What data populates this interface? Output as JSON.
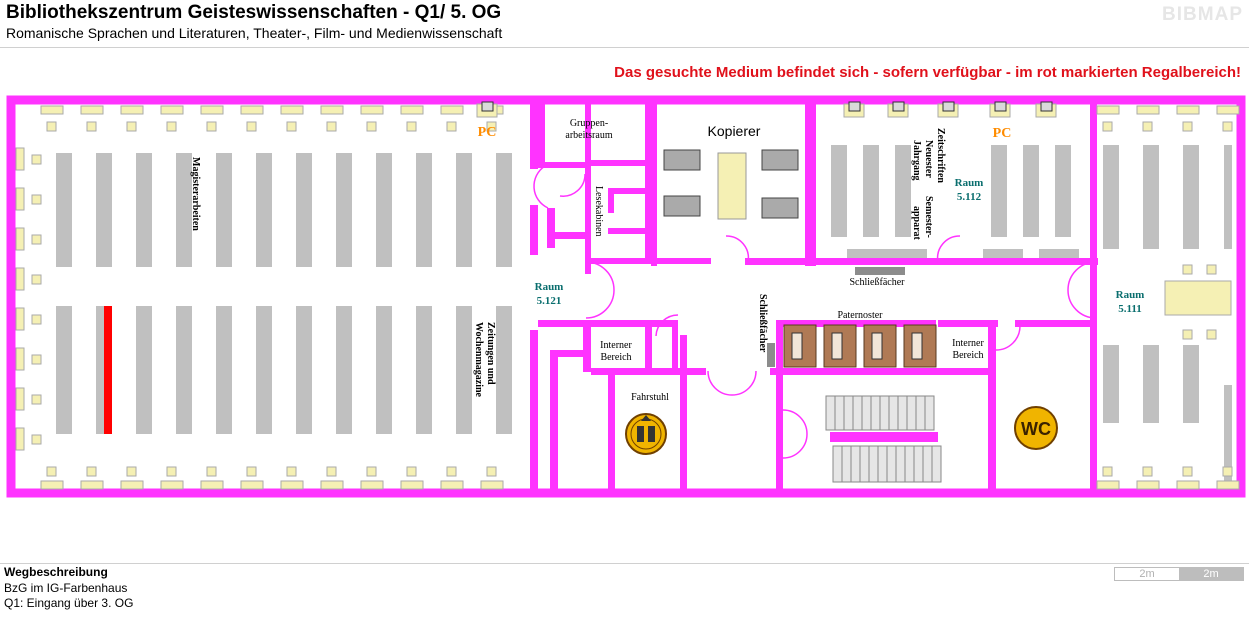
{
  "header": {
    "title": "Bibliothekszentrum Geisteswissenschaften - Q1/ 5. OG",
    "subtitle": "Romanische Sprachen und Literaturen, Theater-, Film- und Medienwissenschaft",
    "brand": "BIBMAP"
  },
  "notice": "Das gesuchte Medium befindet sich - sofern verfügbar -  im rot markierten Regalbereich!",
  "map": {
    "colors": {
      "wall": "#ff33ff",
      "shelf": "#c0c0c0",
      "highlight": "#ff0000",
      "table": "#f5f0b4",
      "pc_label": "#ff8c00",
      "room_label": "#0a6e6e",
      "paternoster": "#b07a55",
      "stair": "#e6e6e6"
    },
    "labels": {
      "magister": "Magisterarbeiten",
      "zeitungen_1": "Zeitungen und",
      "zeitungen_2": "Wochenmagazine",
      "pc_left": "PC",
      "pc_right": "PC",
      "gruppen_1": "Gruppen-",
      "gruppen_2": "arbeitsraum",
      "lesekabinen": "Lesekabinen",
      "kopierer": "Kopierer",
      "zeitschriften_1": "Zeitschriften",
      "zeitschriften_2": "Neuester",
      "zeitschriften_3": "Jahrgang",
      "semester_1": "Semester-",
      "semester_2": "apparat",
      "raum_5112_1": "Raum",
      "raum_5112_2": "5.112",
      "schliessfaecher_top": "Schließfächer",
      "raum_5121_1": "Raum",
      "raum_5121_2": "5.121",
      "raum_5111_1": "Raum",
      "raum_5111_2": "5.111",
      "schliessfaecher_side": "Schließfächer",
      "paternoster": "Paternoster",
      "intern_left_1": "Interner",
      "intern_left_2": "Bereich",
      "intern_right_1": "Interner",
      "intern_right_2": "Bereich",
      "fahrstuhl": "Fahrstuhl",
      "wc": "WC"
    }
  },
  "footer": {
    "route_heading": "Wegbeschreibung",
    "route_line1": "BzG im IG-Farbenhaus",
    "route_line2": "Q1: Eingang über 3. OG",
    "scale_a": "2m",
    "scale_b": "2m"
  }
}
